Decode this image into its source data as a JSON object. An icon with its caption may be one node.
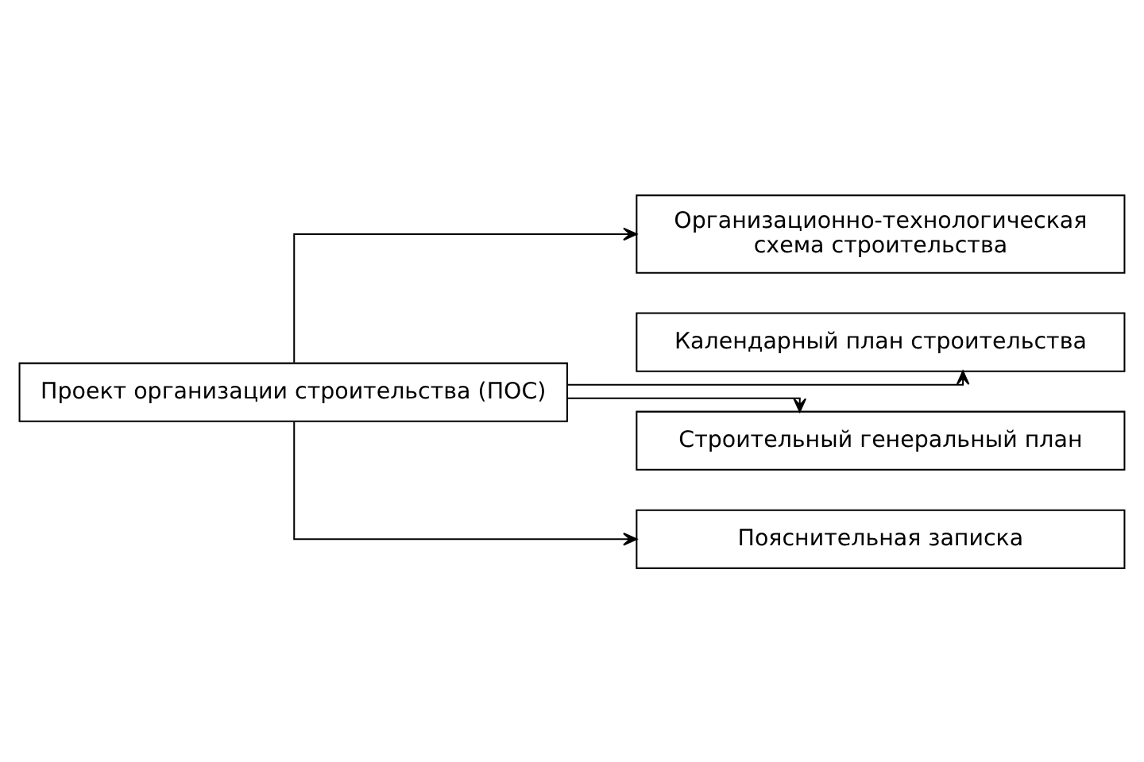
{
  "diagram": {
    "nodes": [
      {
        "text": [
          "Проект организации строительства (ПОС)"
        ]
      },
      {
        "text": [
          "Организационно-технологическая схема строительства"
        ]
      },
      {
        "text": [
          "Календарный план строительства"
        ]
      },
      {
        "text": [
          "Строительный генеральный план"
        ]
      },
      {
        "text": [
          "Пояснительная записка"
        ]
      }
    ],
    "edges": [
      {
        "from": 0,
        "to": 1,
        "arrow": "to"
      },
      {
        "from": 0,
        "to": 2,
        "arrow": "to"
      },
      {
        "from": 0,
        "to": 3,
        "arrow": "to"
      },
      {
        "from": 0,
        "to": 4,
        "arrow": "to"
      }
    ]
  }
}
